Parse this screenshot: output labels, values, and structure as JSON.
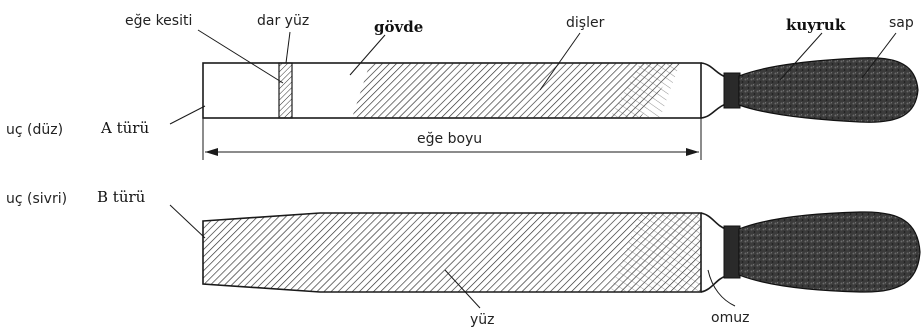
{
  "labels": {
    "ege_kesiti": "eğe kesiti",
    "dar_yuz": "dar yüz",
    "govde": "gövde",
    "disler": "dişler",
    "kuyruk": "kuyruk",
    "sap": "sap",
    "uc_duz": "uç (düz)",
    "a_turu": "A türü",
    "ege_boyu": "eğe boyu",
    "uc_sivri": "uç (sivri)",
    "b_turu": "B türü",
    "yuz": "yüz",
    "omuz": "omuz"
  }
}
